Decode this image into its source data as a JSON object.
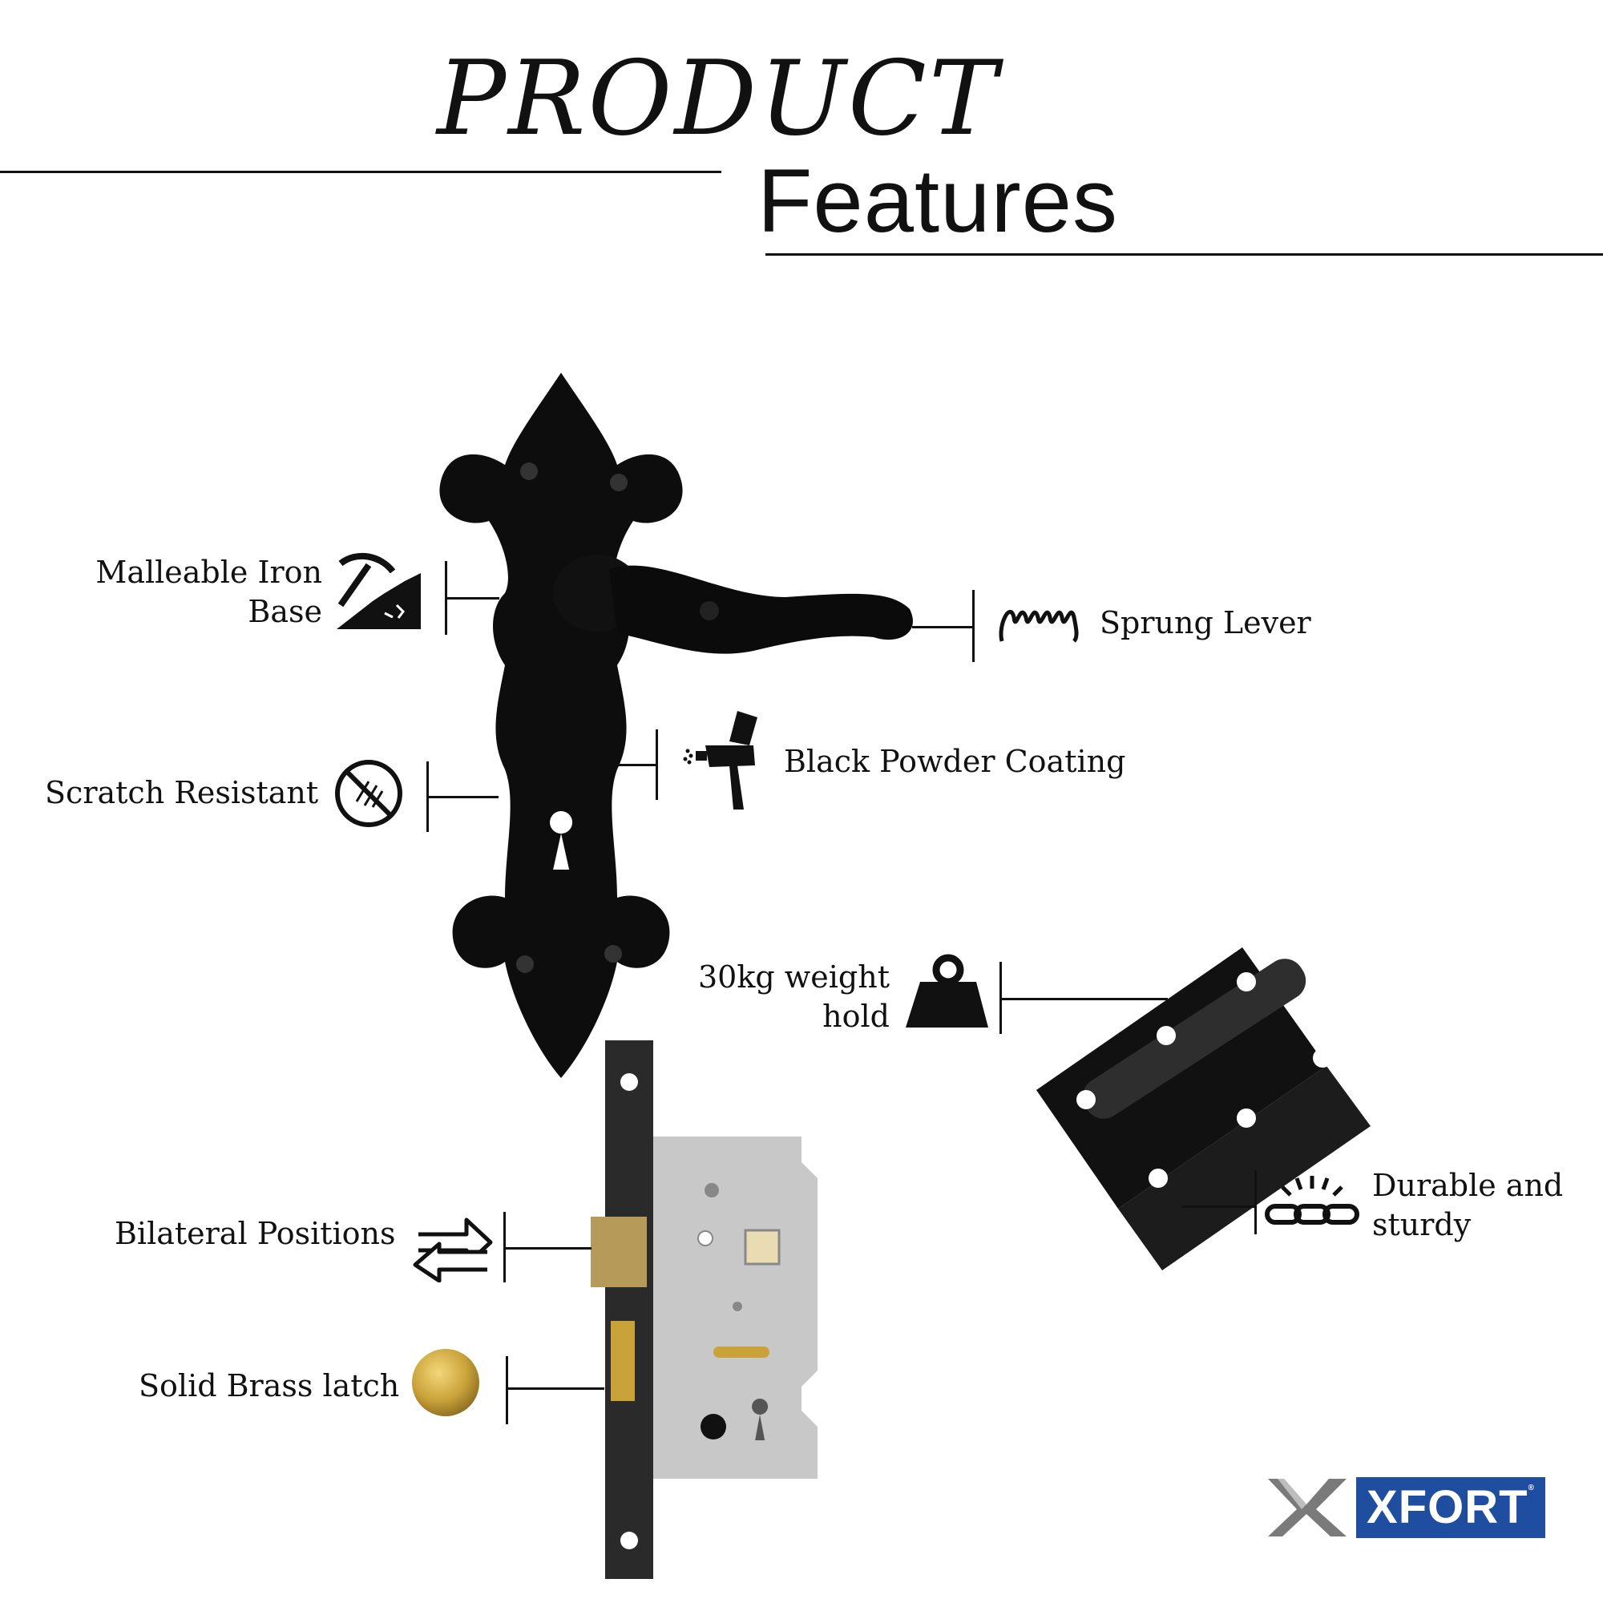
{
  "header": {
    "title_top": "PRODUCT",
    "title_bottom": "Features"
  },
  "features": {
    "malleable_line1": "Malleable Iron",
    "malleable_line2": "Base",
    "scratch": "Scratch Resistant",
    "sprung": "Sprung Lever",
    "powder": "Black Powder Coating",
    "weight_line1": "30kg weight",
    "weight_line2": "hold",
    "durable_line1": "Durable and",
    "durable_line2": "sturdy",
    "bilateral": "Bilateral Positions",
    "brass": "Solid Brass latch"
  },
  "brand": {
    "name": "XFORT",
    "trademark": "®",
    "color": "#1f4ea1"
  },
  "colors": {
    "ink": "#111111",
    "brass": "#c9a23a",
    "lock_body": "#c8c8c8"
  }
}
